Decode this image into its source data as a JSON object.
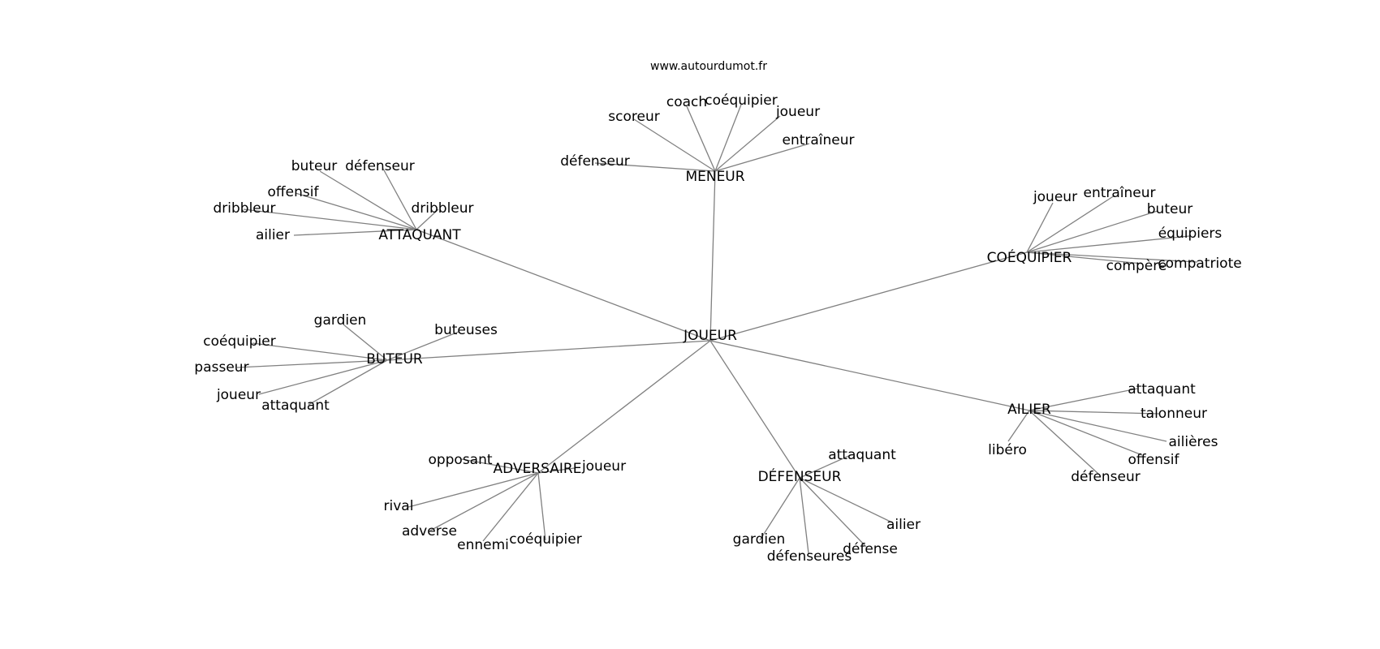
{
  "site": "www.autourdumot.fr",
  "center": "JOUEUR",
  "groups": [
    {
      "word": "MENEUR",
      "leaves": [
        "défenseur",
        "scoreur",
        "coach",
        "coéquipier",
        "joueur",
        "entraîneur"
      ]
    },
    {
      "word": "ATTAQUANT",
      "leaves": [
        "buteur",
        "défenseur",
        "offensif",
        "dribbleur",
        "ailier",
        "dribbleur"
      ]
    },
    {
      "word": "COÉQUIPIER",
      "leaves": [
        "joueur",
        "entraîneur",
        "buteur",
        "équipiers",
        "compère",
        "compatriote"
      ]
    },
    {
      "word": "BUTEUR",
      "leaves": [
        "gardien",
        "buteuses",
        "coéquipier",
        "passeur",
        "joueur",
        "attaquant"
      ]
    },
    {
      "word": "AILIER",
      "leaves": [
        "attaquant",
        "talonneur",
        "ailières",
        "offensif",
        "défenseur",
        "libéro"
      ]
    },
    {
      "word": "ADVERSAIRE",
      "leaves": [
        "opposant",
        "joueur",
        "rival",
        "adverse",
        "ennemi",
        "coéquipier"
      ]
    },
    {
      "word": "DÉFENSEUR",
      "leaves": [
        "attaquant",
        "ailier",
        "défense",
        "défenseures",
        "gardien"
      ]
    }
  ]
}
